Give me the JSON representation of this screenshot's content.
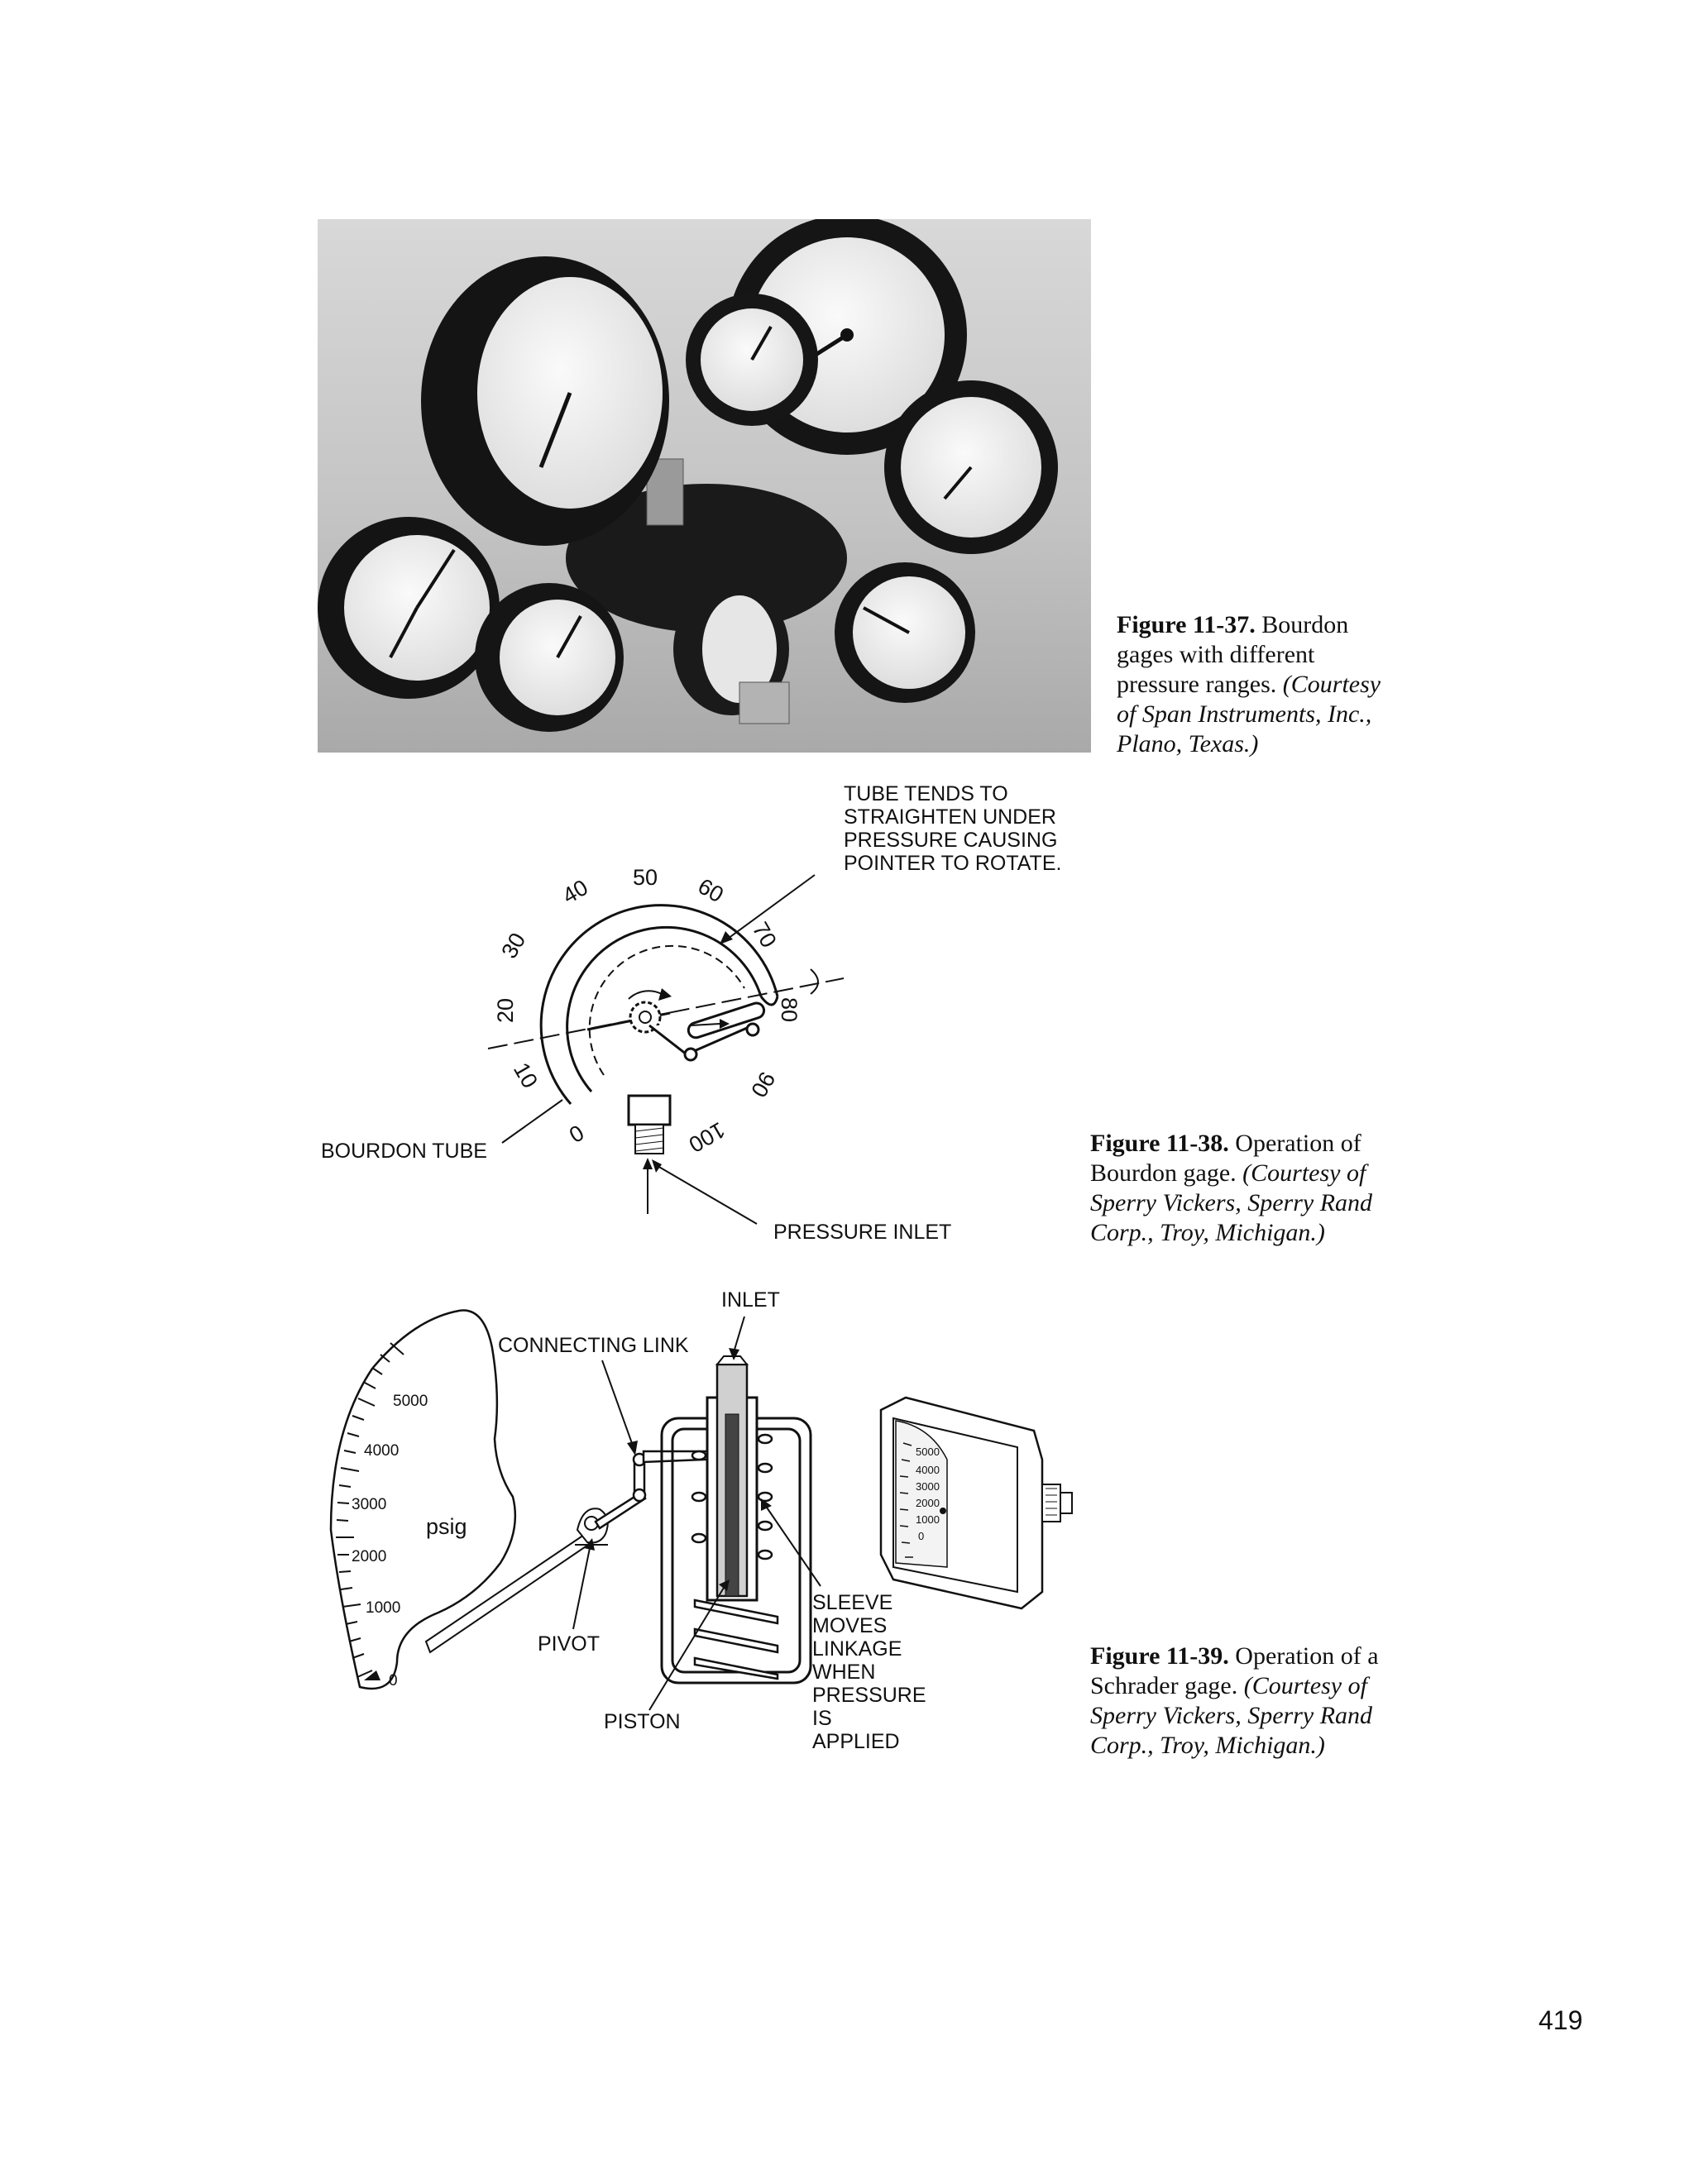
{
  "page_number": "419",
  "figures": [
    {
      "id": "fig-11-37",
      "number": "Figure 11-37.",
      "text": "Bourdon gages with different pressure ranges.",
      "courtesy": "(Courtesy of Span Instruments, Inc., Plano, Texas.)"
    },
    {
      "id": "fig-11-38",
      "number": "Figure 11-38.",
      "text": "Operation of Bourdon gage.",
      "courtesy": "(Courtesy of Sperry Vickers, Sperry Rand Corp., Troy, Michigan.)",
      "labels": {
        "tube_note": [
          "TUBE TENDS TO",
          "STRAIGHTEN UNDER",
          "PRESSURE CAUSING",
          "POINTER TO ROTATE."
        ],
        "bourdon_tube": "BOURDON TUBE",
        "pressure_inlet": "PRESSURE INLET"
      },
      "dial_values": [
        "0",
        "10",
        "20",
        "30",
        "40",
        "50",
        "60",
        "70",
        "80",
        "90",
        "100"
      ]
    },
    {
      "id": "fig-11-39",
      "number": "Figure 11-39.",
      "text": "Operation of a Schrader gage.",
      "courtesy": "(Courtesy of Sperry Vickers, Sperry Rand Corp., Troy, Michigan.)",
      "labels": {
        "inlet": "INLET",
        "connecting_link": "CONNECTING LINK",
        "pivot": "PIVOT",
        "piston": "PISTON",
        "sleeve": [
          "SLEEVE",
          "MOVES",
          "LINKAGE",
          "WHEN",
          "PRESSURE",
          "IS",
          "APPLIED"
        ],
        "unit": "psig"
      },
      "scale_values": [
        "0",
        "1000",
        "2000",
        "3000",
        "4000",
        "5000"
      ]
    }
  ]
}
